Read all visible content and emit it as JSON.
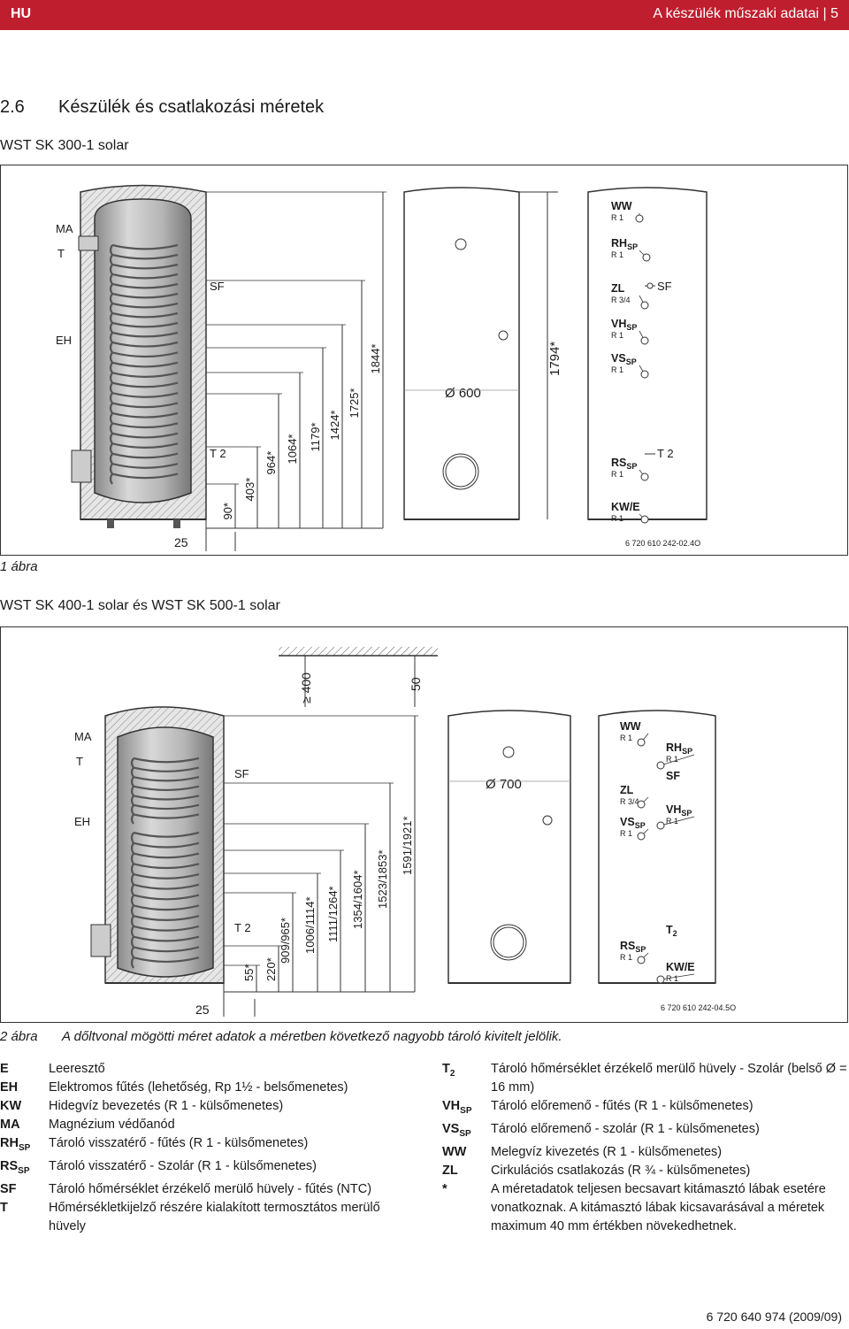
{
  "header": {
    "lang": "HU",
    "title": "A készülék műszaki adatai | 5"
  },
  "section": {
    "number": "2.6",
    "title": "Készülék és csatlakozási méretek"
  },
  "fig1": {
    "subtitle": "WST SK 300-1 solar",
    "caption_label": "1 ábra",
    "left_labels": [
      "MA",
      "T",
      "EH"
    ],
    "sf": "SF",
    "t2": "T 2",
    "dims": [
      "90*",
      "403*",
      "964*",
      "1064*",
      "1179*",
      "1424*",
      "1725*",
      "1844*"
    ],
    "bottom_dim": "25",
    "height": "1794*",
    "diameter": "Ø 600",
    "code": "6 720 610 242-02.4O",
    "connections": [
      {
        "name": "WW",
        "thread": "R 1"
      },
      {
        "name": "RH SP",
        "thread": "R 1"
      },
      {
        "name": "ZL",
        "thread": "R 3/4"
      },
      {
        "name": "VH SP",
        "thread": "R 1"
      },
      {
        "name": "VS SP",
        "thread": "R 1"
      },
      {
        "name": "RS SP",
        "thread": "R 1"
      },
      {
        "name": "KW/E",
        "thread": "R 1"
      }
    ],
    "side_sf": "SF",
    "side_t2": "T 2"
  },
  "fig2": {
    "subtitle": "WST SK 400-1 solar és WST SK 500-1 solar",
    "caption_label": "2 ábra",
    "caption_text": "A dőltvonal mögötti méret adatok a méretben következő nagyobb tároló kivitelt jelölik.",
    "left_labels": [
      "MA",
      "T",
      "EH"
    ],
    "sf": "SF",
    "t2": "T 2",
    "dims": [
      "55*",
      "220*",
      "909/965*",
      "1006/1114*",
      "1111/1264*",
      "1354/1604*",
      "1523/1853*",
      "1591/1921*"
    ],
    "top_dims": [
      "≥ 400",
      "50"
    ],
    "bottom_dim": "25",
    "diameter": "Ø 700",
    "code": "6 720 610 242-04.5O",
    "connections": [
      {
        "name": "WW",
        "thread": "R 1"
      },
      {
        "name": "RH SP",
        "thread": "R 1"
      },
      {
        "name": "SF",
        "thread": ""
      },
      {
        "name": "ZL",
        "thread": "R 3/4"
      },
      {
        "name": "VH SP",
        "thread": "R 1"
      },
      {
        "name": "VS SP",
        "thread": "R 1"
      },
      {
        "name": "T 2",
        "thread": ""
      },
      {
        "name": "RS SP",
        "thread": "R 1"
      },
      {
        "name": "KW/E",
        "thread": "R 1"
      }
    ]
  },
  "legend_left": [
    {
      "key": "E",
      "text": "Leeresztő"
    },
    {
      "key": "EH",
      "text": "Elektromos fűtés (lehetőség, Rp 1½ - belsőmenetes)"
    },
    {
      "key": "KW",
      "text": "Hidegvíz bevezetés (R 1 - külsőmenetes)"
    },
    {
      "key": "MA",
      "text": "Magnézium védőanód"
    },
    {
      "key": "RH SP",
      "text": "Tároló visszatérő - fűtés (R 1 - külsőmenetes)"
    },
    {
      "key": "RS SP",
      "text": "Tároló visszatérő - Szolár (R 1 - külsőmenetes)"
    },
    {
      "key": "SF",
      "text": "Tároló hőmérséklet érzékelő merülő hüvely - fűtés (NTC)"
    },
    {
      "key": "T",
      "text": "Hőmérsékletkijelző részére kialakított termosztátos merülő hüvely"
    }
  ],
  "legend_right": [
    {
      "key": "T 2",
      "text": "Tároló hőmérséklet érzékelő merülő hüvely - Szolár (belső Ø = 16 mm)"
    },
    {
      "key": "VH SP",
      "text": "Tároló előremenő - fűtés (R 1 - külsőmenetes)"
    },
    {
      "key": "VS SP",
      "text": "Tároló előremenő - szolár (R 1 - külsőmenetes)"
    },
    {
      "key": "WW",
      "text": "Melegvíz kivezetés (R 1 - külsőmenetes)"
    },
    {
      "key": "ZL",
      "text": "Cirkulációs csatlakozás (R ¾ - külsőmenetes)"
    },
    {
      "key": "*",
      "text": "A méretadatok teljesen becsavart kitámasztó lábak esetére vonatkoznak. A kitámasztó lábak kicsavarásával a méretek maximum 40 mm értékben növekedhetnek."
    }
  ],
  "footer": "6 720 640 974 (2009/09)"
}
